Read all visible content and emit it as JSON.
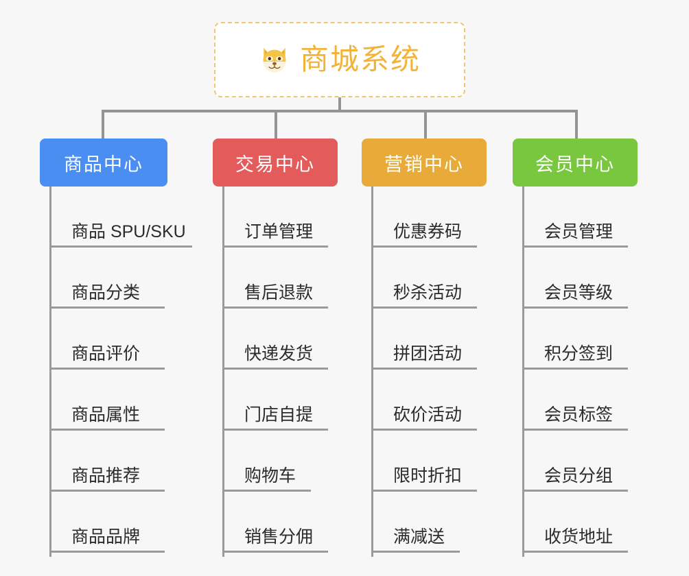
{
  "diagram": {
    "title": "商城系统",
    "emoji_icon": "shiba-dog-face",
    "background_color": "#f7f7f7",
    "root": {
      "label": "商城系统",
      "border_color": "#f0c675",
      "text_color": "#f2b33d",
      "background_color": "#ffffff"
    },
    "connector_color": "#949494",
    "branches": [
      {
        "label": "商品中心",
        "color": "#4a8ef2",
        "items": [
          "商品 SPU/SKU",
          "商品分类",
          "商品评价",
          "商品属性",
          "商品推荐",
          "商品品牌"
        ]
      },
      {
        "label": "交易中心",
        "color": "#e35b5b",
        "items": [
          "订单管理",
          "售后退款",
          "快递发货",
          "门店自提",
          "购物车",
          "销售分佣"
        ]
      },
      {
        "label": "营销中心",
        "color": "#e8ab3a",
        "items": [
          "优惠券码",
          "秒杀活动",
          "拼团活动",
          "砍价活动",
          "限时折扣",
          "满减送"
        ]
      },
      {
        "label": "会员中心",
        "color": "#79c73e",
        "items": [
          "会员管理",
          "会员等级",
          "积分签到",
          "会员标签",
          "会员分组",
          "收货地址"
        ]
      }
    ]
  }
}
